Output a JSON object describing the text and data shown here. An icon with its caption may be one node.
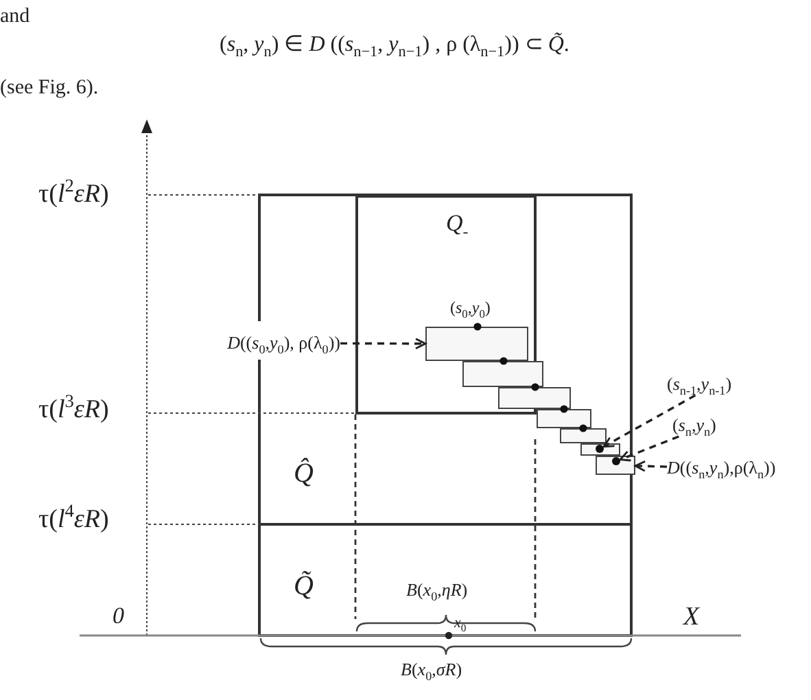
{
  "diagram": {
    "nodes": [
      {
        "text": [
          "*Q*$_{-}$"
        ]
      },
      {
        "text": [],
        "shape": "box",
        "in": 0
      },
      {
        "text": [],
        "shape": "box"
      },
      {
        "text": [],
        "shape": "box"
      },
      {
        "text": [],
        "shape": "box"
      },
      {
        "text": [],
        "shape": "box"
      },
      {
        "text": [],
        "shape": "box"
      },
      {
        "text": [],
        "shape": "box"
      },
      {
        "text": [
          "*D*((*s*$_{0}$,*y*$_{0}$), ρ(λ$_{0}$))"
        ]
      },
      {
        "text": [
          "(*s*$_{n-1}$,*y*$_{n-1}$)"
        ]
      },
      {
        "text": [],
        "shape": "circle",
        "in": 6
      },
      {
        "text": [
          "(*s*$_{n}$,*y*$_{n}$)"
        ]
      },
      {
        "text": [],
        "shape": "circle",
        "in": 7
      },
      {
        "text": [
          "*D*((*s*$_{n}$,*y*$_{n}$),ρ(λ$_{n}$))"
        ]
      }
    ],
    "edges": [
      {
        "from": 8,
        "to": 1,
        "arrow": "to",
        "style": "dashed"
      },
      {
        "from": 9,
        "to": 10,
        "arrow": "to",
        "style": "dashed"
      },
      {
        "from": 11,
        "to": 12,
        "arrow": "to",
        "style": "dashed"
      },
      {
        "from": 13,
        "to": 7,
        "arrow": "to",
        "style": "dashed"
      }
    ],
    "labels": [
      "and",
      "(*s*$_{n}$, *y*$_{n}$) ∈ *D* ((*s*$_{n−1}$, *y*$_{n−1}$) , ρ (λ$_{n−1}$)) ⊂ *Q̃*.",
      "(see Fig. 6).",
      "τ(*l*$^{2}$*εR*)",
      "τ(*l*$^{3}$*εR*)",
      "τ(*l*$^{4}$*εR*)",
      "0",
      "X",
      "Q̂",
      "Q̃",
      "(*s*$_{0}$,*y*$_{0}$)",
      "*B*(*x*$_{0}$,*ηR*)",
      "*x*$_{0}$",
      "*B*(*x*$_{0}$,*σR*)"
    ]
  }
}
